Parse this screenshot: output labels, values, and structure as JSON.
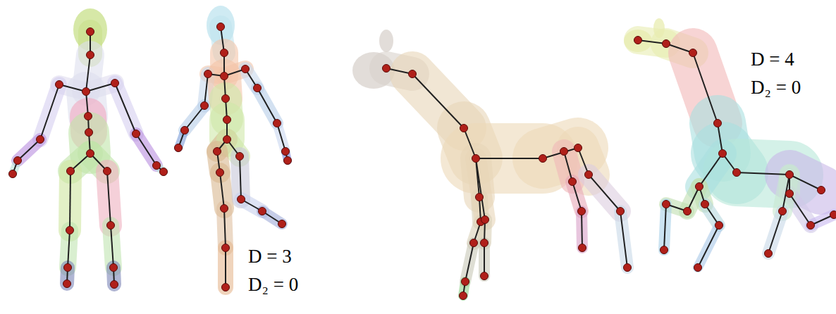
{
  "diagram": {
    "labels": [
      "D = 3",
      "D₂ = 0",
      "D = 4",
      "D₂ = 0"
    ]
  }
}
